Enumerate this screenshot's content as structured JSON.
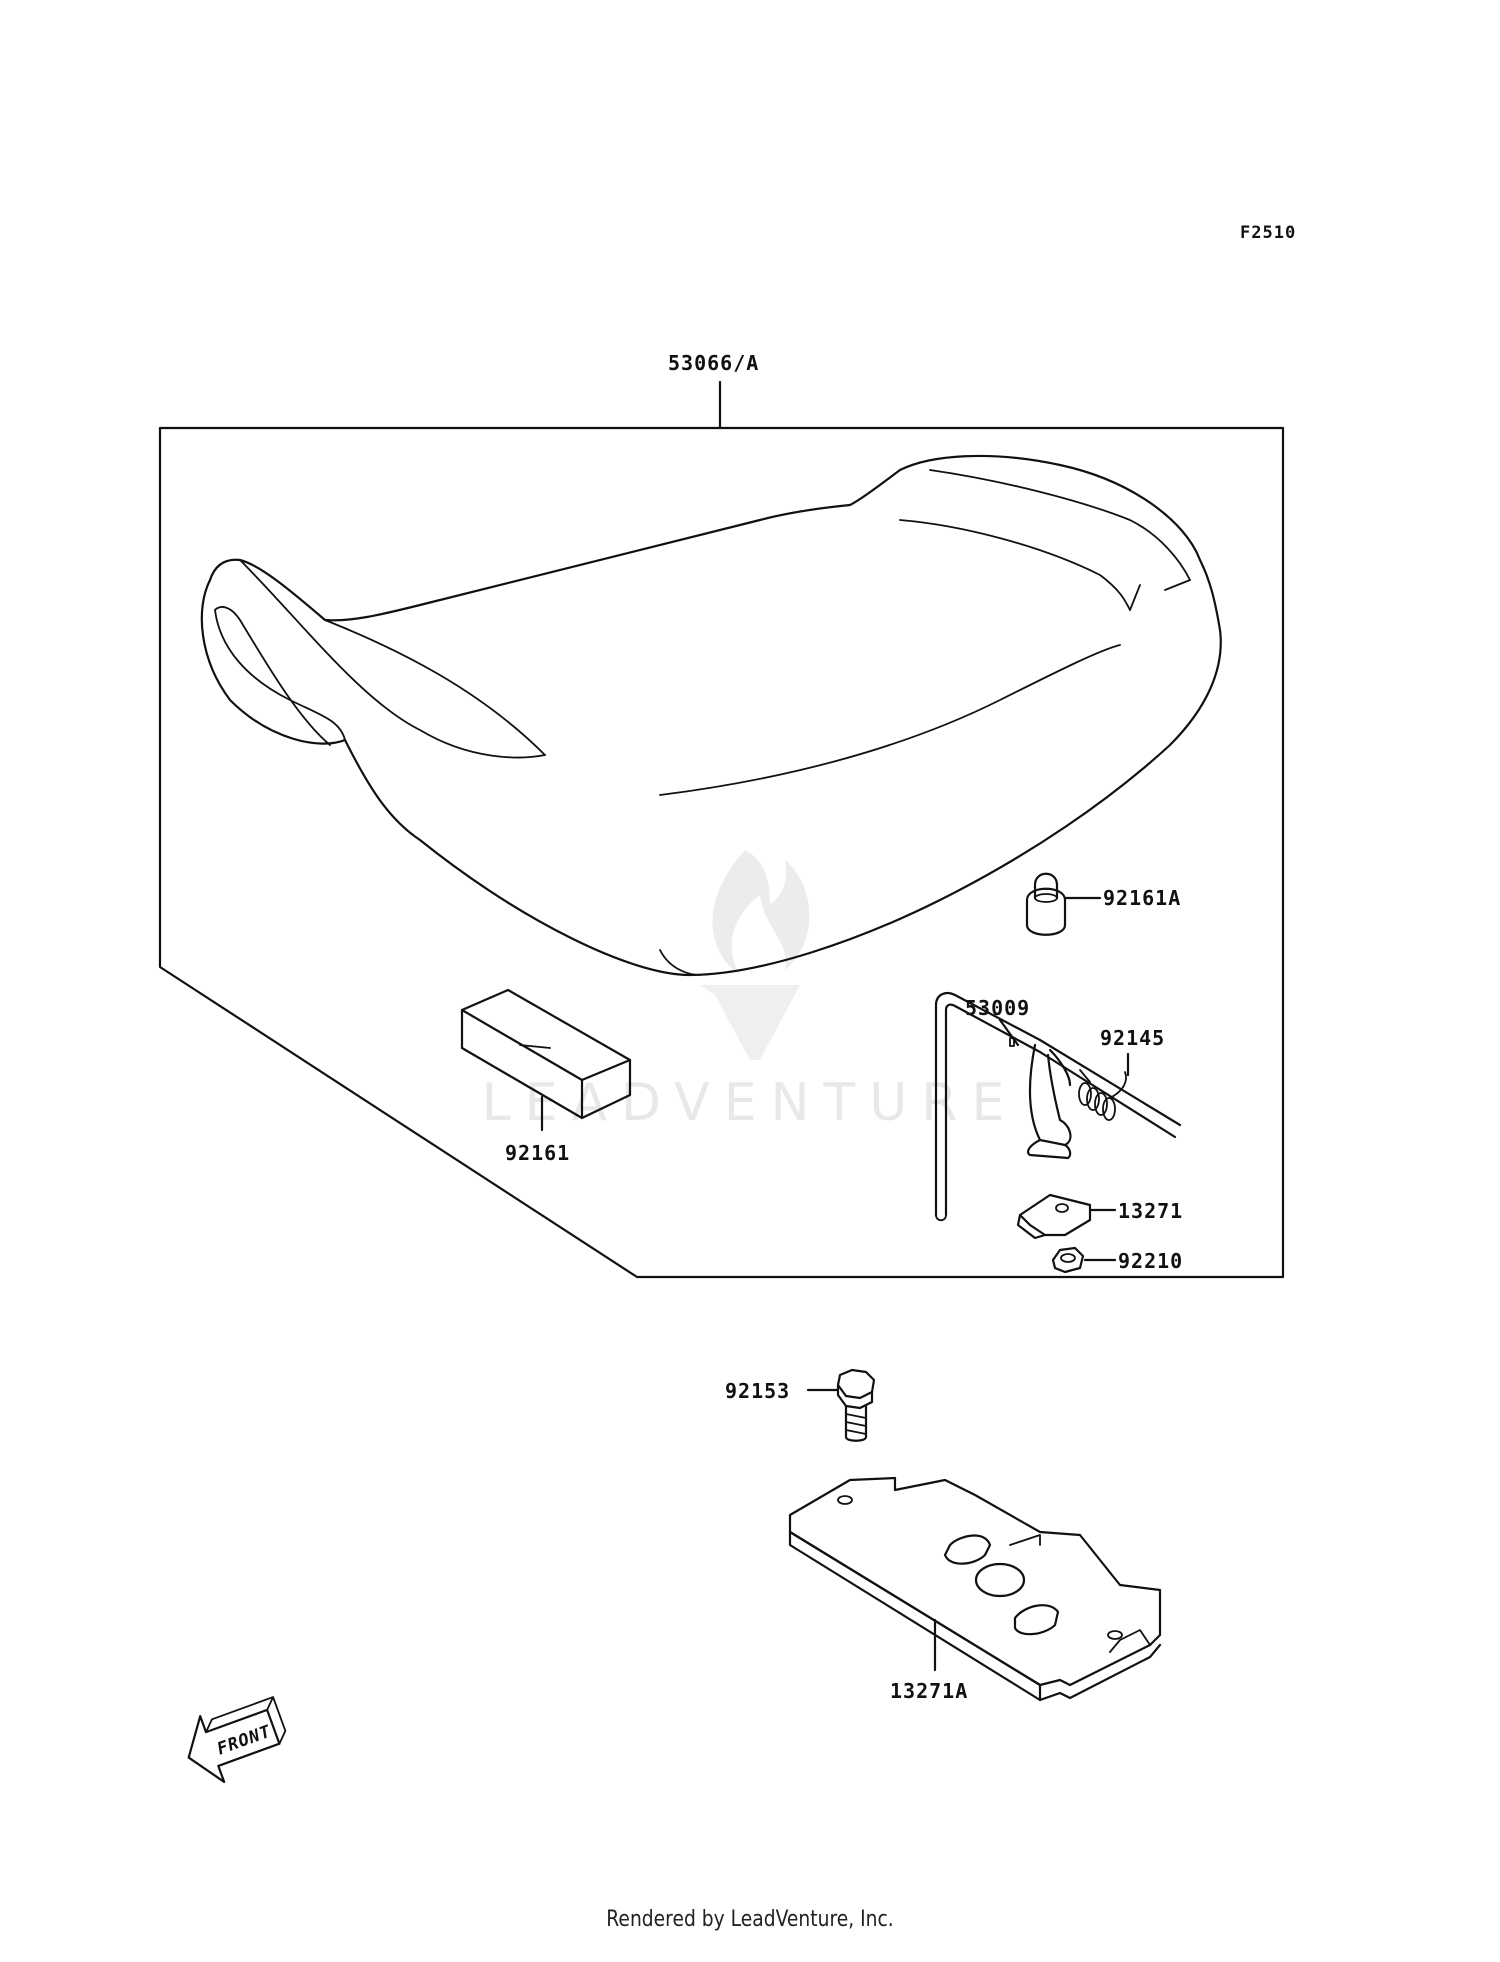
{
  "figure_code": "F2510",
  "parts": {
    "seat_assembly": "53066/A",
    "stopper": "92161A",
    "hook": "53009",
    "spring": "92145",
    "damper": "92161",
    "bracket": "13271",
    "nut": "92210",
    "bolt": "92153",
    "base_plate": "13271A"
  },
  "front_marker": "FRONT",
  "watermark": "LEADVENTURE",
  "footer": "Rendered by LeadVenture, Inc."
}
